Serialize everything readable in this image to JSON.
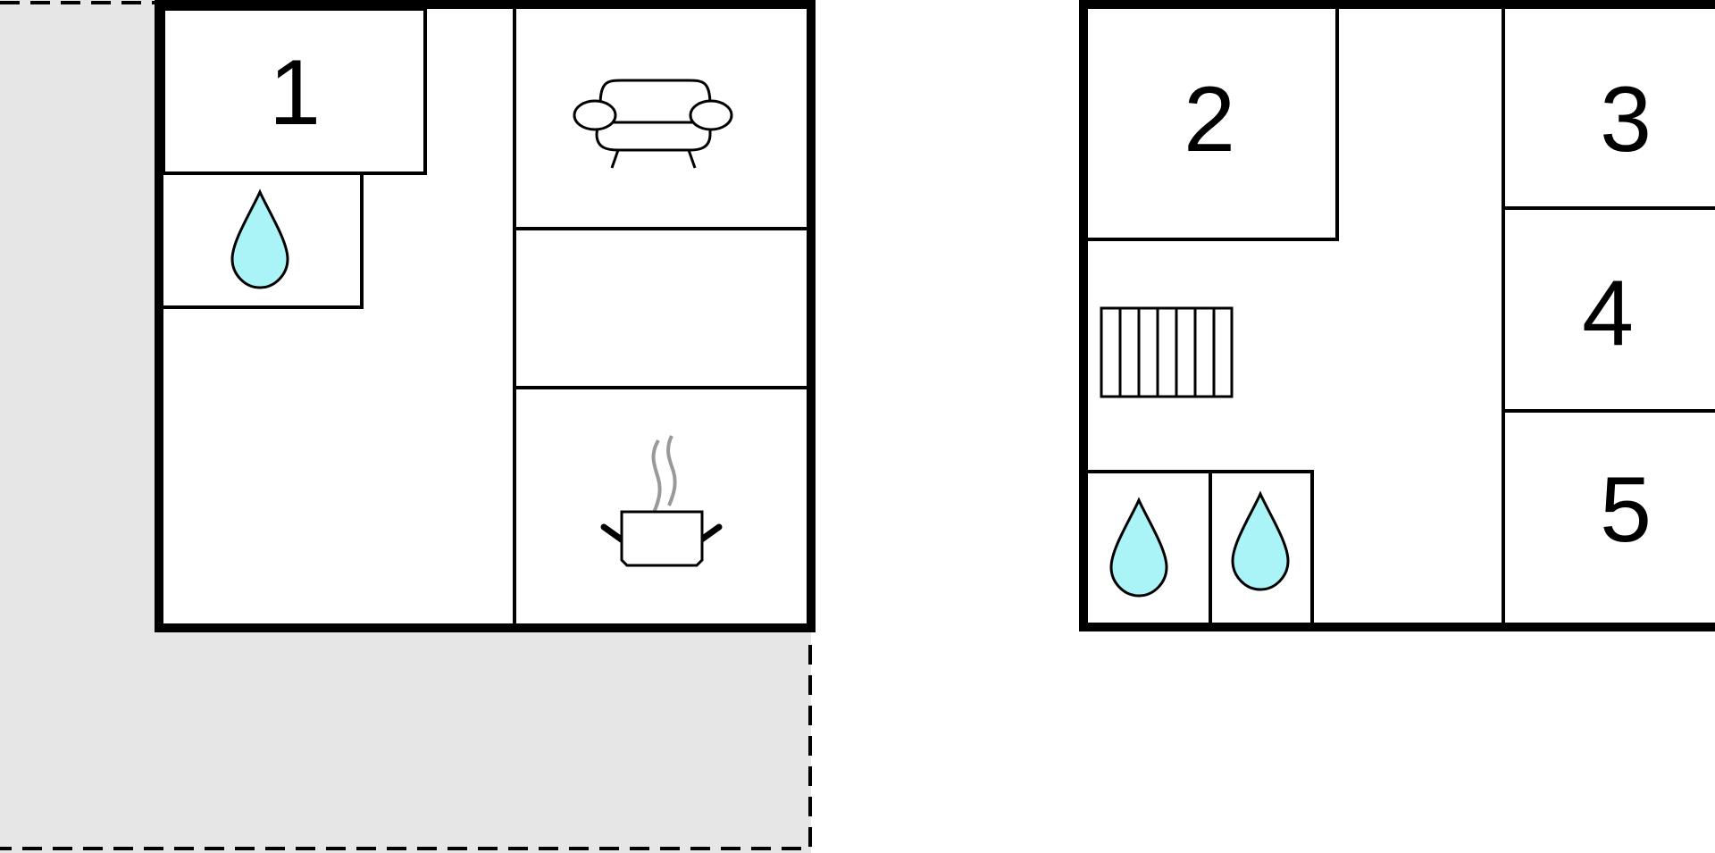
{
  "colors": {
    "background": "#ffffff",
    "wall": "#000000",
    "outdoor_area": "#e6e6e6",
    "water": "#aaf4f8",
    "steam": "#999999"
  },
  "floor_1": {
    "bedrooms": [
      {
        "number": "1"
      }
    ],
    "icons": [
      "water-drop-icon",
      "sofa-icon",
      "cooking-pot-icon"
    ]
  },
  "floor_2": {
    "bedrooms": [
      {
        "number": "2"
      },
      {
        "number": "3"
      },
      {
        "number": "4"
      },
      {
        "number": "5"
      }
    ],
    "icons": [
      "staircase-icon",
      "water-drop-icon",
      "water-drop-icon"
    ]
  }
}
